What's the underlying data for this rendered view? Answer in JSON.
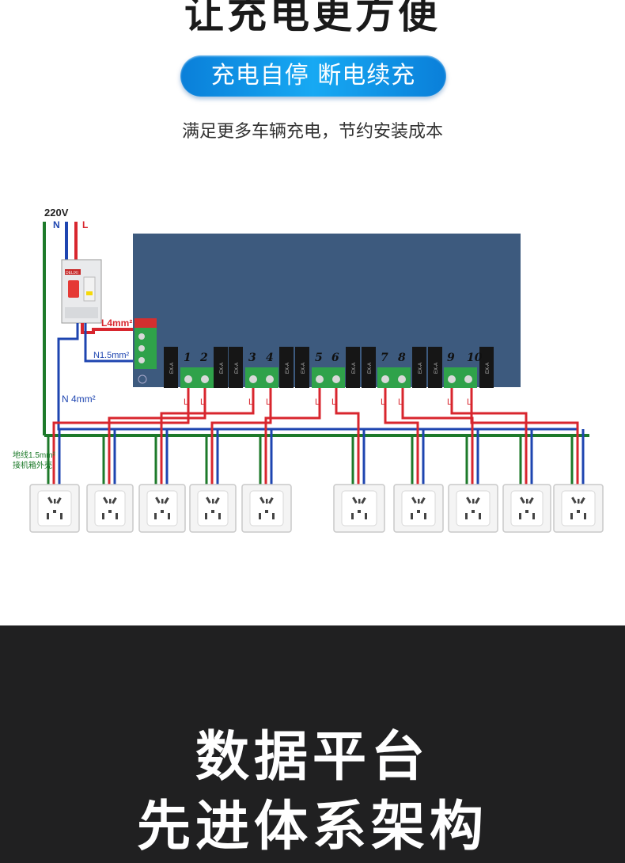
{
  "header": {
    "headline": "让充电更方便",
    "pill": "充电自停 断电续充",
    "subline": "满足更多车辆充电，节约安装成本"
  },
  "diagram": {
    "voltage": "220V",
    "n_label": "N",
    "l_label": "L",
    "l4_label": "L4mm²",
    "n15_label": "N1.5mm²",
    "n4_label": "N 4mm²",
    "ground_line1": "地线1.5mm²",
    "ground_line2": "接机箱外壳",
    "breaker_brand": "DELIXI",
    "relay_text": "EX-A",
    "port_numbers": [
      "1",
      "2",
      "3",
      "4",
      "5",
      "6",
      "7",
      "8",
      "9",
      "10"
    ],
    "l_tag": "L",
    "outlet_count": 10,
    "colors": {
      "live": "#d8262e",
      "neutral": "#1e45b0",
      "ground": "#1d7a2a",
      "board": "#3d5a7e"
    }
  },
  "footer": {
    "line1": "数据平台",
    "line2": "先进体系架构"
  }
}
